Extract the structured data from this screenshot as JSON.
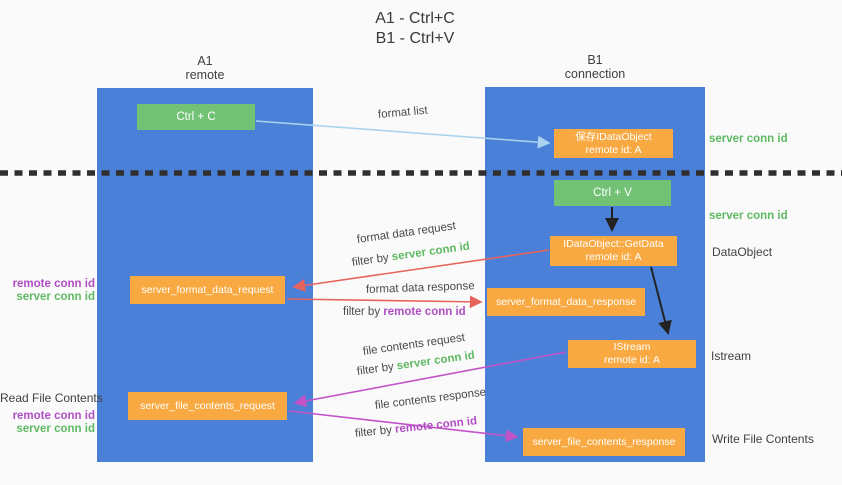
{
  "title": {
    "line1": "A1 - Ctrl+C",
    "line2": "B1 - Ctrl+V"
  },
  "columns": {
    "left": {
      "name": "A1",
      "subtitle": "remote"
    },
    "right": {
      "name": "B1",
      "subtitle": "connection"
    }
  },
  "nodes": {
    "ctrl_c": {
      "label": "Ctrl + C"
    },
    "ctrl_v": {
      "label": "Ctrl + V"
    },
    "save_idataobject": {
      "line1": "保存IDataObject",
      "line2": "remote id: A"
    },
    "idataobject_getdata": {
      "line1": "IDataObject::GetData",
      "line2": "remote id: A"
    },
    "istream": {
      "line1": "IStream",
      "line2": "remote id: A"
    },
    "server_format_data_request": {
      "label": "server_format_data_request"
    },
    "server_format_data_response": {
      "label": "server_format_data_response"
    },
    "server_file_contents_request": {
      "label": "server_file_contents_request"
    },
    "server_file_contents_response": {
      "label": "server_file_contents_response"
    }
  },
  "arrows": {
    "format_list": {
      "label": "format list"
    },
    "format_data_request": {
      "label": "format data request",
      "filter_prefix": "filter by ",
      "filter_key": "server conn id"
    },
    "format_data_response": {
      "label": "format data response",
      "filter_prefix": "filter by ",
      "filter_key": "remote conn id"
    },
    "file_contents_request": {
      "label": "file contents request",
      "filter_prefix": "filter by ",
      "filter_key": "server conn id"
    },
    "file_contents_response": {
      "label": "file contents response",
      "filter_prefix": "filter by ",
      "filter_key": "remote conn id"
    }
  },
  "annotations": {
    "server_conn_id_top_right": "server conn id",
    "server_conn_id_mid_right": "server conn id",
    "dataobject": "DataObject",
    "istream": "Istream",
    "write_file_contents": "Write File Contents",
    "read_file_contents": "Read File Contents",
    "left_ids_format": {
      "remote": "remote conn id",
      "server": "server conn id"
    },
    "left_ids_file": {
      "remote": "remote conn id",
      "server": "server conn id"
    }
  },
  "colors": {
    "background": "#fafafa",
    "column_blue": "#4a80d8",
    "node_orange": "#f8a942",
    "node_green": "#72c175",
    "arrow_lightblue": "#a9d3ee",
    "arrow_red": "#e7645c",
    "arrow_magenta": "#c253c8",
    "arrow_black": "#222222",
    "text_green": "#5eba62",
    "text_purple": "#b14ec4"
  }
}
